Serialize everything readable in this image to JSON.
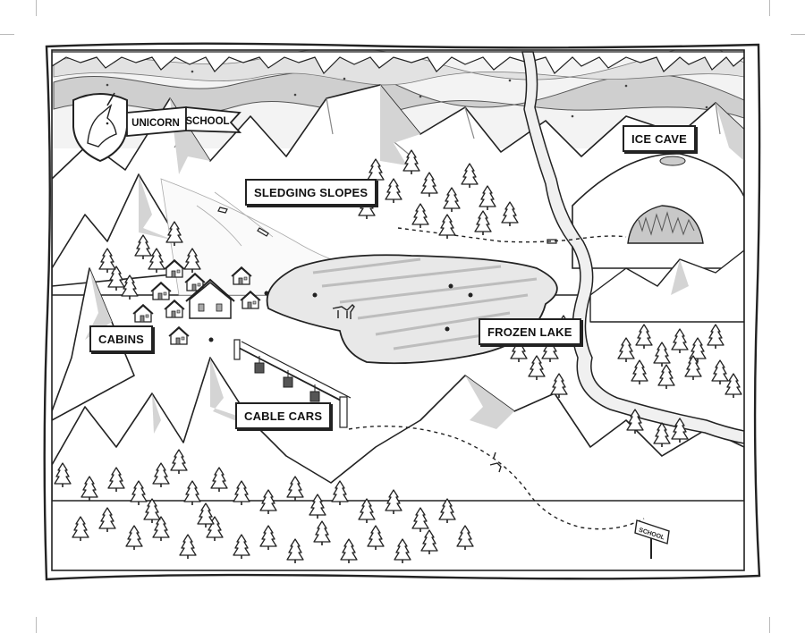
{
  "map": {
    "banner": {
      "word1": "UNICORN",
      "word2": "SCHOOL"
    },
    "labels": {
      "sledging_slopes": "SLEDGING SLOPES",
      "ice_cave": "ICE CAVE",
      "cabins": "CABINS",
      "frozen_lake": "FROZEN LAKE",
      "cable_cars": "CABLE CARS"
    },
    "signpost": "SCHOOL",
    "palette": {
      "ink": "#222222",
      "snow": "#ffffff",
      "shade": "#d0d0d0",
      "sky": "#bdbdbd"
    },
    "icons": [
      "unicorn-crest-icon",
      "tree-icon",
      "cabin-icon",
      "cable-car-icon",
      "sled-icon",
      "signpost-icon"
    ]
  }
}
